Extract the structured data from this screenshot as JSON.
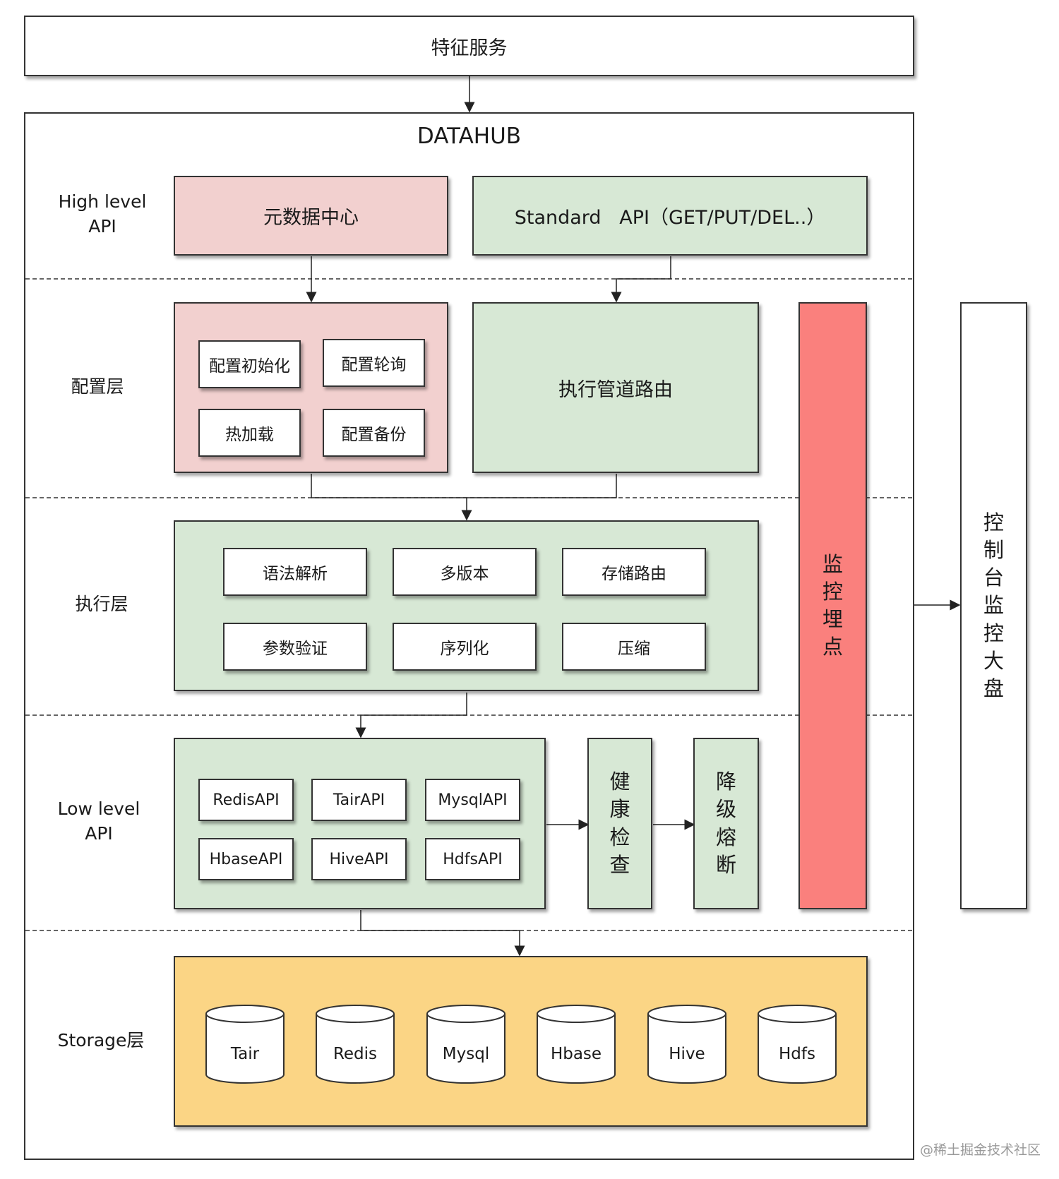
{
  "top_service": "特征服务",
  "datahub_title": "DATAHUB",
  "layers": {
    "high_level": "High level\nAPI",
    "config": "配置层",
    "exec": "执行层",
    "low_level": "Low level\nAPI",
    "storage": "Storage层"
  },
  "high_level_api": {
    "metadata_center": "元数据中心",
    "standard_api": "Standard   API（GET/PUT/DEL..）"
  },
  "config_layer": {
    "items": [
      "配置初始化",
      "配置轮询",
      "热加载",
      "配置备份"
    ],
    "routing": "执行管道路由"
  },
  "exec_layer": {
    "items": [
      "语法解析",
      "多版本",
      "存储路由",
      "参数验证",
      "序列化",
      "压缩"
    ]
  },
  "low_level_api": {
    "items": [
      "RedisAPI",
      "TairAPI",
      "MysqlAPI",
      "HbaseAPI",
      "HiveAPI",
      "HdfsAPI"
    ],
    "health_check": "健康检查",
    "degrade": "降级熔断"
  },
  "storage": {
    "items": [
      "Tair",
      "Redis",
      "Mysql",
      "Hbase",
      "Hive",
      "Hdfs"
    ]
  },
  "monitor_point": "监控埋点",
  "console_dashboard": "控制台监控大盘",
  "watermark": "@稀土掘金技术社区",
  "colors": {
    "pink": "#f2d0cf",
    "green": "#d7e8d5",
    "red": "#fa807d",
    "yellow": "#fbd585"
  }
}
